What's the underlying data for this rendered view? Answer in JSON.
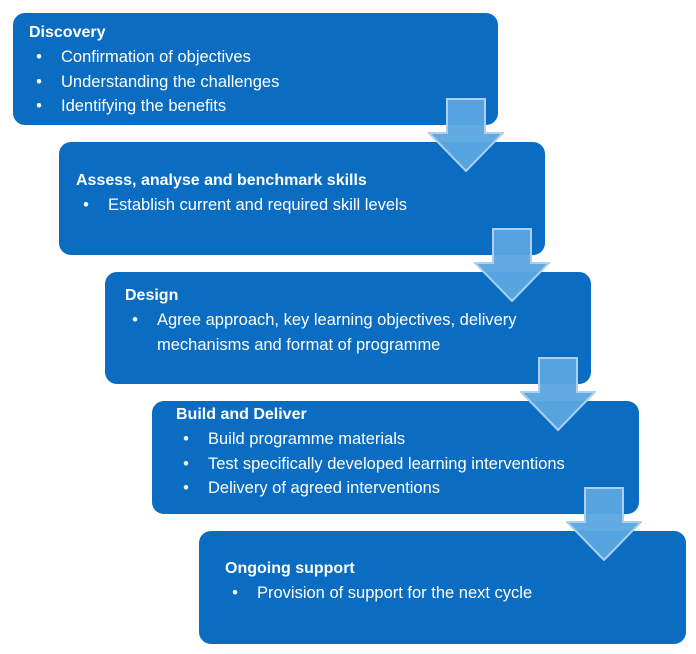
{
  "colors": {
    "box_fill": "#0a6dc2",
    "arrow_fill": "#5aa6e0",
    "arrow_stroke": "#aed0ee",
    "text": "#ffffff"
  },
  "bullet_char": "•",
  "steps": [
    {
      "title": "Discovery",
      "items": [
        "Confirmation of objectives",
        "Understanding the challenges",
        "Identifying the benefits"
      ]
    },
    {
      "title": "Assess, analyse and benchmark skills",
      "items": [
        "Establish current and required skill levels"
      ]
    },
    {
      "title": "Design",
      "items": [
        "Agree approach, key learning objectives, delivery mechanisms and format of programme"
      ]
    },
    {
      "title": "Build and Deliver",
      "items": [
        "Build programme materials",
        "Test specifically developed learning interventions",
        "Delivery of agreed interventions"
      ]
    },
    {
      "title": "Ongoing support",
      "items": [
        "Provision of support for the next cycle"
      ]
    }
  ]
}
